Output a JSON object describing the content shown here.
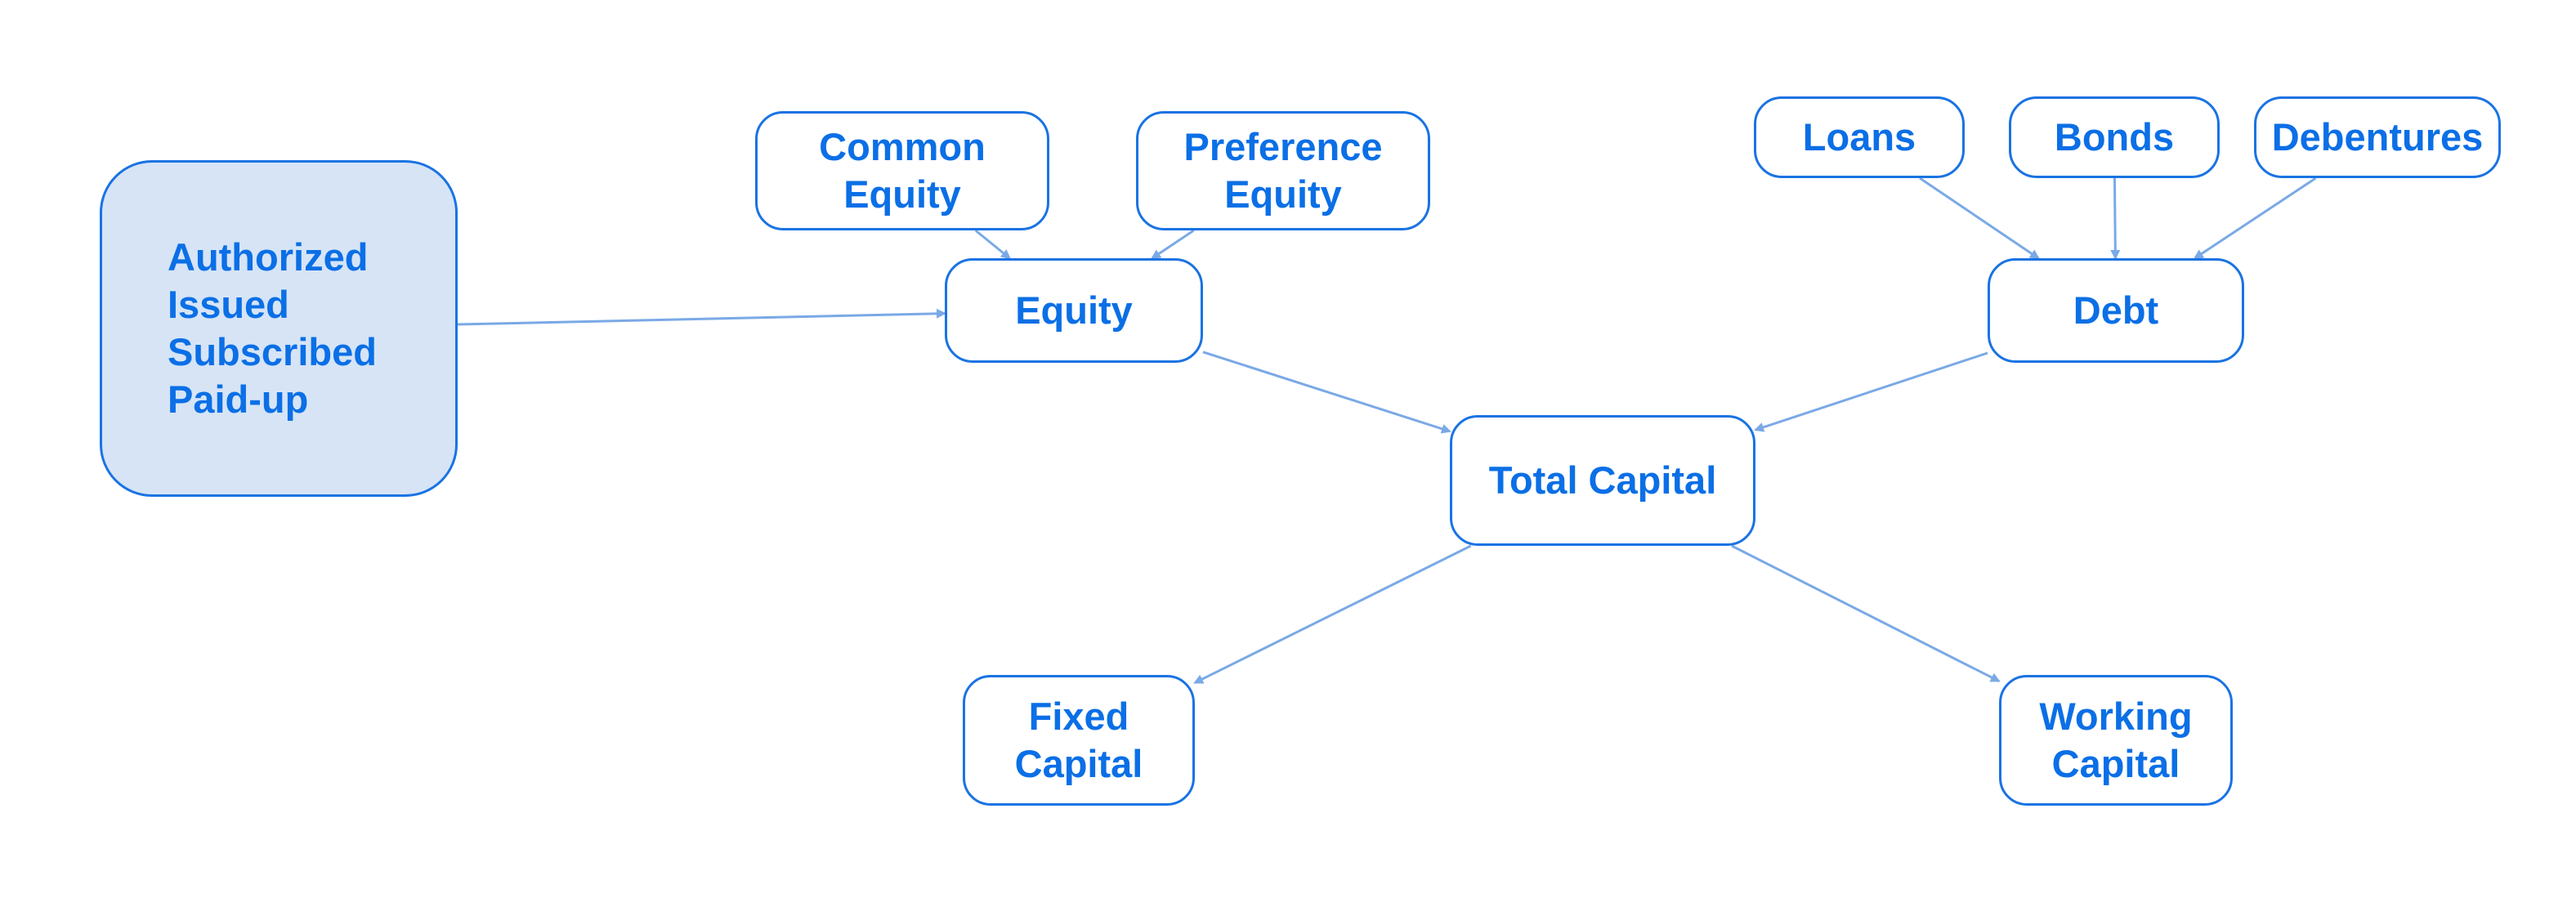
{
  "colors": {
    "accent": "#0b6fe6",
    "border": "#1a73e3",
    "edge": "#7aa9e6",
    "side_fill": "#d6e4f6"
  },
  "nodes": {
    "side": {
      "lines": [
        "Authorized",
        "Issued",
        "Subscribed",
        "Paid-up"
      ]
    },
    "common_equity": {
      "lines": [
        "Common",
        "Equity"
      ]
    },
    "preference_equity": {
      "lines": [
        "Preference",
        "Equity"
      ]
    },
    "equity": {
      "label": "Equity"
    },
    "loans": {
      "label": "Loans"
    },
    "bonds": {
      "label": "Bonds"
    },
    "debentures": {
      "label": "Debentures"
    },
    "debt": {
      "label": "Debt"
    },
    "total_capital": {
      "label": "Total Capital"
    },
    "fixed_capital": {
      "lines": [
        "Fixed",
        "Capital"
      ]
    },
    "working_capital": {
      "lines": [
        "Working",
        "Capital"
      ]
    }
  },
  "edges": [
    {
      "from": "side",
      "to": "equity"
    },
    {
      "from": "common_equity",
      "to": "equity"
    },
    {
      "from": "preference_equity",
      "to": "equity"
    },
    {
      "from": "equity",
      "to": "total_capital"
    },
    {
      "from": "loans",
      "to": "debt"
    },
    {
      "from": "bonds",
      "to": "debt"
    },
    {
      "from": "debentures",
      "to": "debt"
    },
    {
      "from": "debt",
      "to": "total_capital"
    },
    {
      "from": "total_capital",
      "to": "fixed_capital"
    },
    {
      "from": "total_capital",
      "to": "working_capital"
    }
  ]
}
